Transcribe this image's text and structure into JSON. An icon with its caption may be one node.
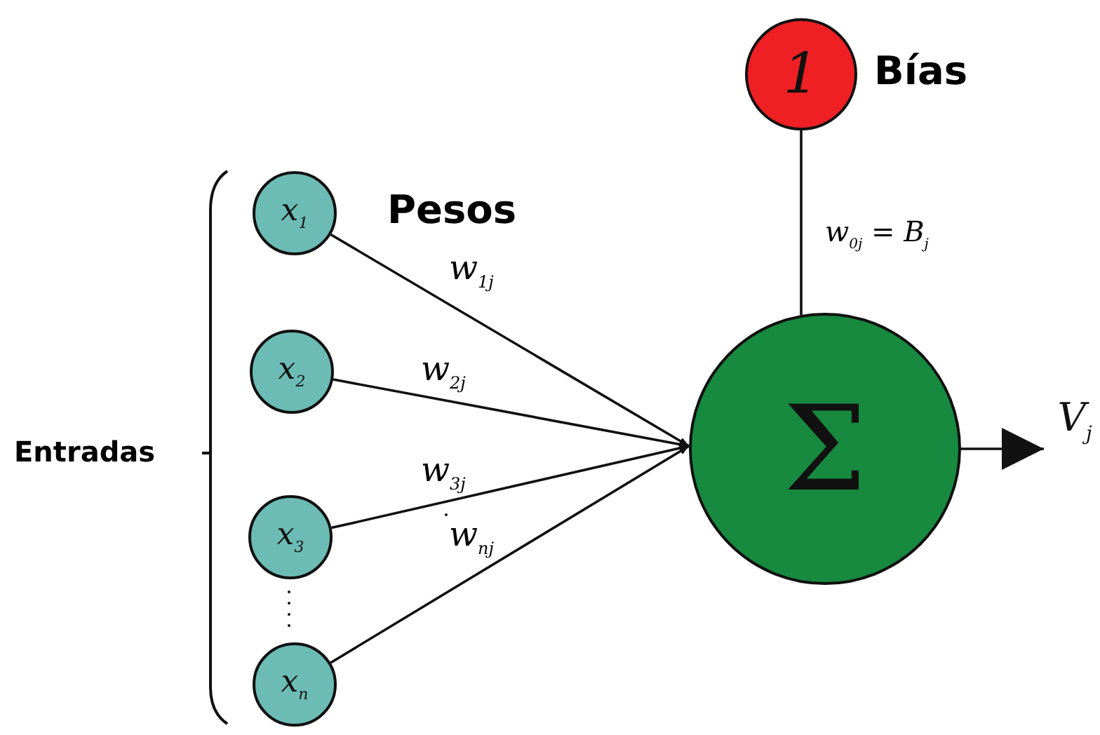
{
  "diagram": {
    "nodes": [
      {
        "text": [
          "x$_{1}$"
        ]
      },
      {
        "text": [
          "x$_{2}$"
        ]
      },
      {
        "text": [
          "x$_{3}$"
        ]
      },
      {
        "text": [
          "x$_{n}$"
        ]
      },
      {
        "text": [
          "Σ"
        ]
      },
      {
        "text": [
          "1"
        ],
        "beside": [
          "Bías"
        ]
      },
      {
        "text": [
          "V$_{j}$"
        ]
      }
    ],
    "edges": [
      {
        "from": 0,
        "to": 4,
        "arrow": "to",
        "label": "w$_{1j}$"
      },
      {
        "from": 1,
        "to": 4,
        "arrow": "to",
        "label": "w$_{2j}$"
      },
      {
        "from": 2,
        "to": 4,
        "arrow": "to",
        "label": "w$_{3j}$"
      },
      {
        "from": 3,
        "to": 4,
        "arrow": "to",
        "label": "w$_{nj}$"
      },
      {
        "from": 5,
        "to": 4,
        "arrow": "none",
        "label": "w$_{0j}$ = B$_{j}$"
      },
      {
        "from": 4,
        "to": 6,
        "arrow": "to"
      }
    ],
    "labels": [
      "Pesos",
      "Entradas"
    ]
  }
}
